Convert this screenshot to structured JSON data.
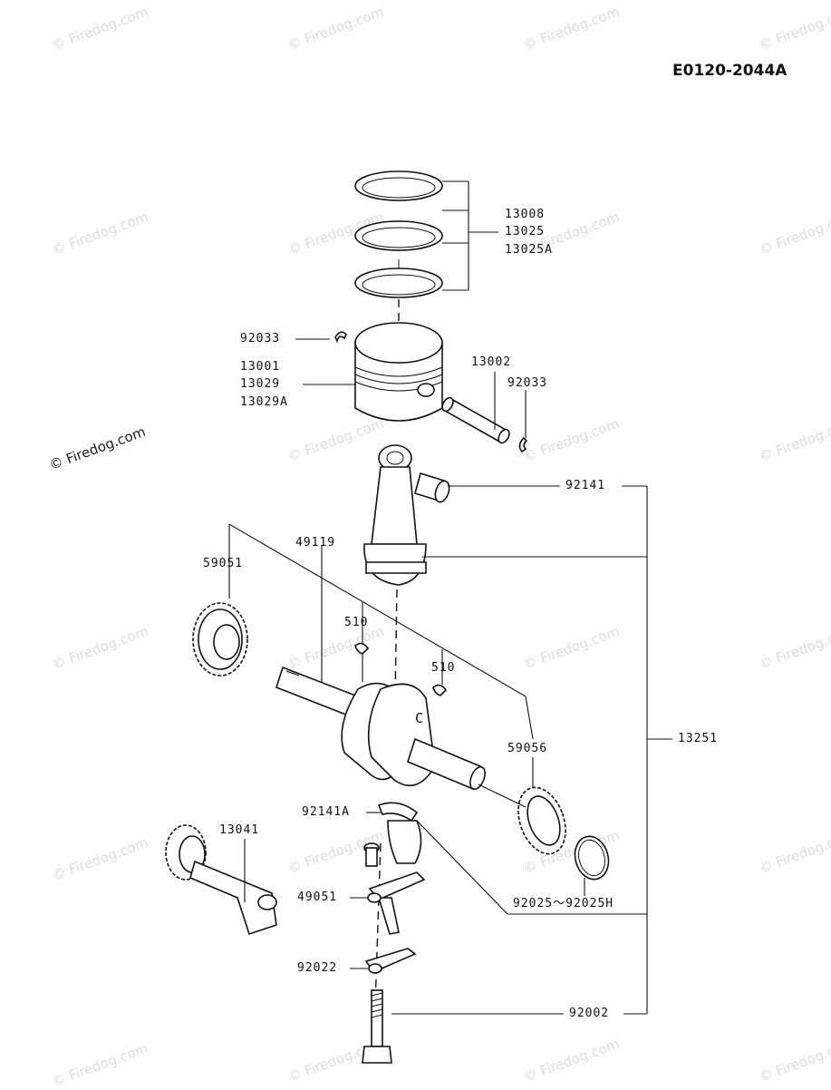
{
  "diagram_code": "E0120-2044A",
  "watermark": "© Firedog.com",
  "part_refs": {
    "ring_a": "13008",
    "ring_b": "13025",
    "ring_c": "13025A",
    "circlip_left": "92033",
    "piston_a": "13001",
    "piston_b": "13029",
    "piston_c": "13029A",
    "pin": "13002",
    "circlip_right": "92033",
    "bushing": "92141",
    "rod": "49119",
    "gear_left": "59051",
    "key_upper": "510",
    "key_lower": "510",
    "gear_right": "59056",
    "assembly": "13251",
    "bearing_a": "92141A",
    "camshaft": "13041",
    "governor": "49051",
    "oring": "92025～92025H",
    "lever": "92022",
    "bolt": "92002",
    "crank_mark": "C"
  }
}
